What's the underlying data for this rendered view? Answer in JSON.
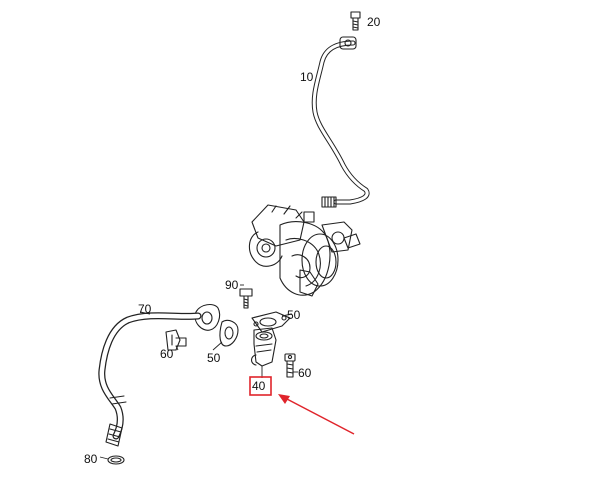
{
  "diagram": {
    "labels": {
      "screw_top": "20",
      "oil_feed_line": "10",
      "bolt": "90",
      "return_line": "70",
      "gasket_right": "50",
      "gasket_left": "50",
      "banjo_left": "60",
      "banjo_right": "60",
      "highlighted_part": "40",
      "o_ring": "80"
    },
    "highlight_color": "#e0242b"
  }
}
